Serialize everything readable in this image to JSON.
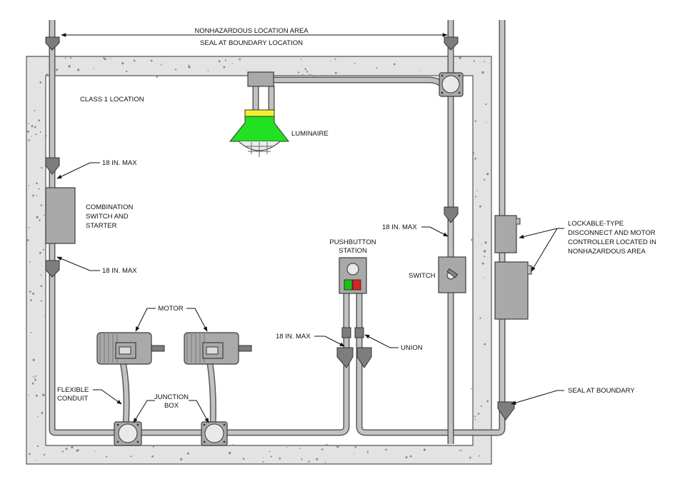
{
  "labels": {
    "nonhazardous_area": "NONHAZARDOUS LOCATION AREA",
    "seal_boundary_location": "SEAL AT BOUNDARY LOCATION",
    "class1": "CLASS 1 LOCATION",
    "luminaire": "LUMINAIRE",
    "max_top_left": "18 IN. MAX",
    "combination": [
      "COMBINATION",
      "SWITCH AND",
      "STARTER"
    ],
    "max_lower_left": "18 IN. MAX",
    "max_switch": "18 IN. MAX",
    "switch": "SWITCH",
    "pushbutton": [
      "PUSHBUTTON",
      "STATION"
    ],
    "lockable": [
      "LOCKABLE-TYPE",
      "DISCONNECT AND MOTOR",
      "CONTROLLER LOCATED IN",
      "NONHAZARDOUS AREA"
    ],
    "motor": "MOTOR",
    "max_pushbutton": "18 IN. MAX",
    "union": "UNION",
    "flexible": [
      "FLEXIBLE",
      "CONDUIT"
    ],
    "junction": [
      "JUNCTION",
      "BOX"
    ],
    "seal_boundary": "SEAL AT BOUNDARY"
  },
  "colors": {
    "concrete": "#e3e3e3",
    "luminaire_body": "#22e022",
    "luminaire_band": "#f2f230",
    "button_start": "#19c419",
    "button_stop": "#e02020"
  }
}
